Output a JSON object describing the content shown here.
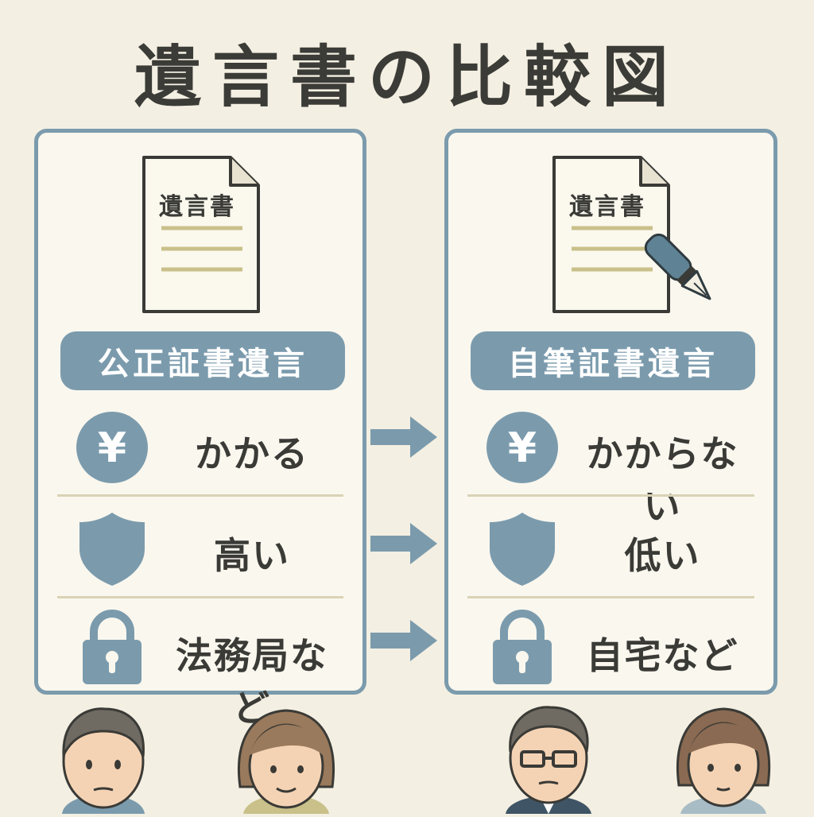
{
  "title": "遺言書の比較図",
  "document_label": "遺言書",
  "left": {
    "type_label": "公正証書遺言",
    "rows": [
      {
        "icon": "yen-icon",
        "icon_glyph": "¥",
        "text": "かかる"
      },
      {
        "icon": "shield-icon",
        "text": "高い"
      },
      {
        "icon": "lock-icon",
        "text": "法務局など"
      }
    ]
  },
  "right": {
    "type_label": "自筆証書遺言",
    "rows": [
      {
        "icon": "yen-icon",
        "icon_glyph": "¥",
        "text": "かからない"
      },
      {
        "icon": "shield-icon",
        "text": "低い"
      },
      {
        "icon": "lock-icon",
        "text": "自宅など"
      }
    ]
  },
  "colors": {
    "background": "#f3efe2",
    "accent": "#7b9bad",
    "card_fill": "#faf7ee",
    "document_lines": "#c9c08a",
    "text": "#3a3a36"
  }
}
